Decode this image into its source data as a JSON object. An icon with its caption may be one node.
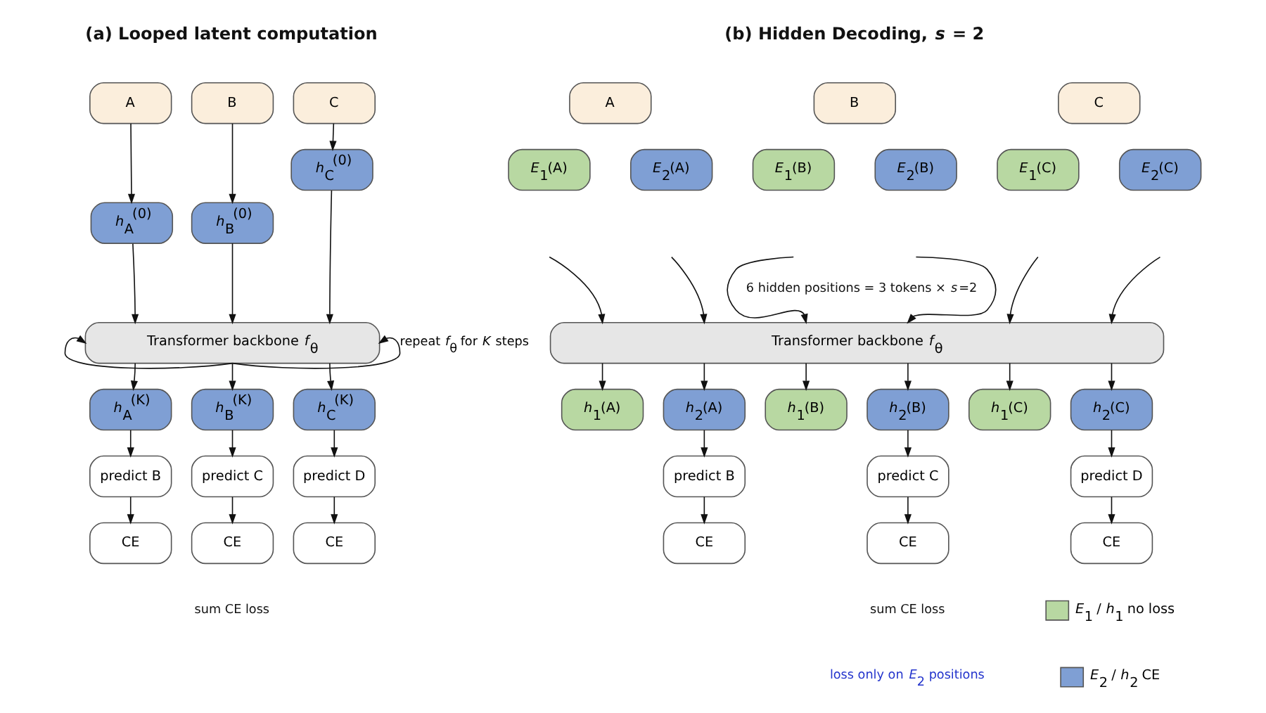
{
  "diagram": {
    "nodes": [
      {
        "text": [
          "A"
        ]
      },
      {
        "text": [
          "B"
        ]
      },
      {
        "text": [
          "C"
        ]
      },
      {
        "text": [
          "*h*$_{A}$$^{(0)}$"
        ]
      },
      {
        "text": [
          "*h*$_{B}$$^{(0)}$"
        ]
      },
      {
        "text": [
          "*h*$_{C}$$^{(0)}$"
        ]
      },
      {
        "text": [
          "Transformer backbone *f*$_{θ}$"
        ]
      },
      {
        "text": [
          "*h*$_{A}$$^{(K)}$"
        ]
      },
      {
        "text": [
          "*h*$_{B}$$^{(K)}$"
        ]
      },
      {
        "text": [
          "*h*$_{C}$$^{(K)}$"
        ]
      },
      {
        "text": [
          "predict B"
        ]
      },
      {
        "text": [
          "predict C"
        ]
      },
      {
        "text": [
          "predict D"
        ]
      },
      {
        "text": [
          "CE"
        ]
      },
      {
        "text": [
          "CE"
        ]
      },
      {
        "text": [
          "CE"
        ]
      },
      {
        "text": [
          "A"
        ]
      },
      {
        "text": [
          "B"
        ]
      },
      {
        "text": [
          "C"
        ]
      },
      {
        "text": [
          "*E*$_{1}$(A)"
        ]
      },
      {
        "text": [
          "*E*$_{2}$(A)"
        ]
      },
      {
        "text": [
          "*E*$_{1}$(B)"
        ]
      },
      {
        "text": [
          "*E*$_{2}$(B)"
        ]
      },
      {
        "text": [
          "*E*$_{1}$(C)"
        ]
      },
      {
        "text": [
          "*E*$_{2}$(C)"
        ]
      },
      {
        "text": [
          "Transformer backbone *f*$_{θ}$"
        ]
      },
      {
        "text": [
          "*h*$_{1}$(A)"
        ]
      },
      {
        "text": [
          "*h*$_{2}$(A)"
        ]
      },
      {
        "text": [
          "*h*$_{1}$(B)"
        ]
      },
      {
        "text": [
          "*h*$_{2}$(B)"
        ]
      },
      {
        "text": [
          "*h*$_{1}$(C)"
        ]
      },
      {
        "text": [
          "*h*$_{2}$(C)"
        ]
      },
      {
        "text": [
          "predict B"
        ]
      },
      {
        "text": [
          "predict C"
        ]
      },
      {
        "text": [
          "predict D"
        ]
      },
      {
        "text": [
          "CE"
        ]
      },
      {
        "text": [
          "CE"
        ]
      },
      {
        "text": [
          "CE"
        ]
      }
    ],
    "edges": [
      {
        "from": 0,
        "to": 3,
        "arrow": "to"
      },
      {
        "from": 1,
        "to": 4,
        "arrow": "to"
      },
      {
        "from": 2,
        "to": 5,
        "arrow": "to"
      },
      {
        "from": 3,
        "to": 6,
        "arrow": "to"
      },
      {
        "from": 4,
        "to": 6,
        "arrow": "to"
      },
      {
        "from": 5,
        "to": 6,
        "arrow": "to"
      },
      {
        "from": 6,
        "to": 6,
        "arrow": "to",
        "label": "repeat *f*$_{θ}$ for *K* steps"
      },
      {
        "from": 6,
        "to": 6,
        "arrow": "to"
      },
      {
        "from": 6,
        "to": 7,
        "arrow": "to"
      },
      {
        "from": 6,
        "to": 8,
        "arrow": "to"
      },
      {
        "from": 6,
        "to": 9,
        "arrow": "to"
      },
      {
        "from": 7,
        "to": 10,
        "arrow": "to"
      },
      {
        "from": 8,
        "to": 11,
        "arrow": "to"
      },
      {
        "from": 9,
        "to": 12,
        "arrow": "to"
      },
      {
        "from": 10,
        "to": 13,
        "arrow": "to"
      },
      {
        "from": 11,
        "to": 14,
        "arrow": "to"
      },
      {
        "from": 12,
        "to": 15,
        "arrow": "to"
      },
      {
        "from": null,
        "to": 25,
        "arrow": "to"
      },
      {
        "from": null,
        "to": 25,
        "arrow": "to"
      },
      {
        "from": null,
        "to": 25,
        "arrow": "to"
      },
      {
        "from": null,
        "to": 25,
        "arrow": "to"
      },
      {
        "from": null,
        "to": 25,
        "arrow": "to"
      },
      {
        "from": null,
        "to": 25,
        "arrow": "to"
      },
      {
        "from": 25,
        "to": 26,
        "arrow": "to"
      },
      {
        "from": 25,
        "to": 27,
        "arrow": "to"
      },
      {
        "from": 25,
        "to": 28,
        "arrow": "to"
      },
      {
        "from": 25,
        "to": 29,
        "arrow": "to"
      },
      {
        "from": 25,
        "to": 30,
        "arrow": "to"
      },
      {
        "from": 25,
        "to": 31,
        "arrow": "to"
      },
      {
        "from": 27,
        "to": 32,
        "arrow": "to"
      },
      {
        "from": 29,
        "to": 33,
        "arrow": "to"
      },
      {
        "from": 31,
        "to": 34,
        "arrow": "to"
      },
      {
        "from": 32,
        "to": 35,
        "arrow": "to"
      },
      {
        "from": 33,
        "to": 36,
        "arrow": "to"
      },
      {
        "from": 34,
        "to": 37,
        "arrow": "to"
      }
    ],
    "labels": [
      "(a) Looped latent computation",
      "sum CE loss",
      "(b) Hidden Decoding, *s* = 2",
      "6 hidden positions = 3 tokens × *s*=2",
      "sum CE loss",
      "loss only on *E*$_{2}$ positions"
    ],
    "legend": [
      {
        "text": "*E*$_{1}$ / *h*$_{1}$ no loss",
        "color": "#b8d8a2"
      },
      {
        "text": "*E*$_{2}$ / *h*$_{2}$ CE",
        "color": "#7f9fd4"
      }
    ]
  }
}
